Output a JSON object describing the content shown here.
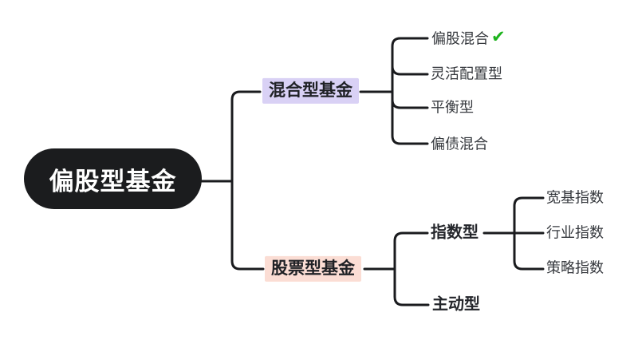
{
  "root": {
    "label": "偏股型基金"
  },
  "mixed_branch": {
    "label": "混合型基金",
    "children": [
      {
        "label": "偏股混合",
        "badge": "checkmark"
      },
      {
        "label": "灵活配置型"
      },
      {
        "label": "平衡型"
      },
      {
        "label": "偏债混合"
      }
    ]
  },
  "stock_branch": {
    "label": "股票型基金",
    "children": [
      {
        "label": "指数型",
        "children": [
          {
            "label": "宽基指数"
          },
          {
            "label": "行业指数"
          },
          {
            "label": "策略指数"
          }
        ]
      },
      {
        "label": "主动型"
      }
    ]
  },
  "icons": {
    "checkmark": "✔"
  },
  "colors": {
    "node_fill": "#1b1c1e",
    "line": "#1a1b1e",
    "mixed_highlight": "#d9d1f5",
    "stock_highlight": "#fbddd4",
    "checkmark_green": "#1db31d"
  }
}
